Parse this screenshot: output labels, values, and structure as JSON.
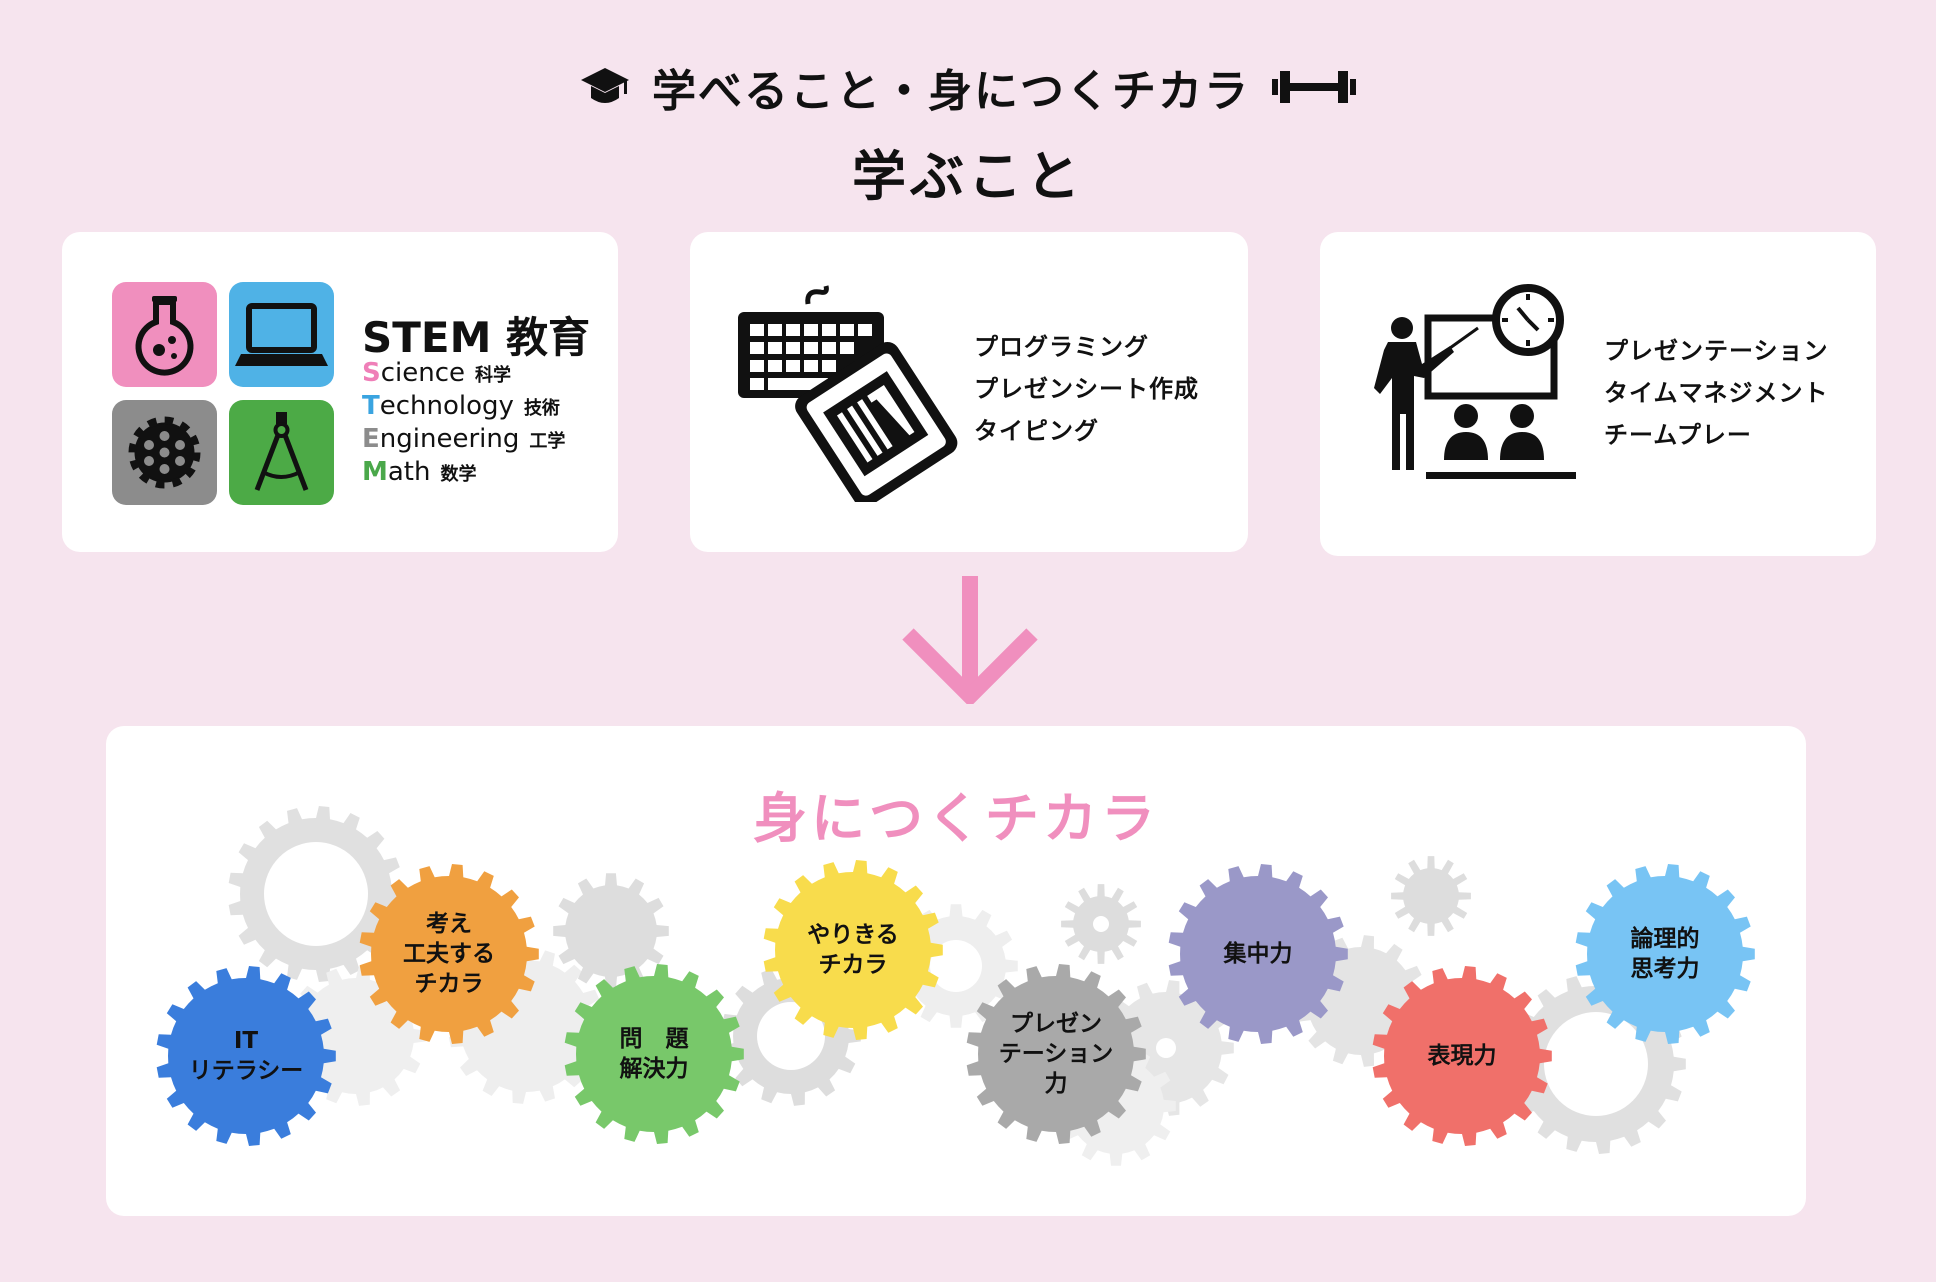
{
  "header": {
    "title": "学べること・身につくチカラ",
    "left_icon": "graduation-cap-icon",
    "right_icon": "dumbbell-icon"
  },
  "learn": {
    "title": "学ぶこと",
    "stem": {
      "title": "STEM 教育",
      "rows": [
        {
          "first": "S",
          "rest": "cience",
          "jp": "科学",
          "color": "#ef7fb8"
        },
        {
          "first": "T",
          "rest": "echnology",
          "jp": "技術",
          "color": "#3aa4e0"
        },
        {
          "first": "E",
          "rest": "ngineering",
          "jp": "工学",
          "color": "#8c8c8c"
        },
        {
          "first": "M",
          "rest": "ath",
          "jp": "数学",
          "color": "#4aa84a"
        }
      ],
      "tile_icons": [
        "flask-icon",
        "laptop-icon",
        "gear-icon",
        "compass-icon"
      ],
      "tile_colors": [
        "#f08fbe",
        "#4fb2e6",
        "#8c8c8c",
        "#4caa46"
      ]
    },
    "programming": {
      "icon": "keyboard-document-icon",
      "items": [
        "プログラミング",
        "プレゼンシート作成",
        "タイピング"
      ]
    },
    "presentation": {
      "icon": "presenter-icon",
      "items": [
        "プレゼンテーション",
        "タイムマネジメント",
        "チームプレー"
      ]
    }
  },
  "arrow_color": "#f08fbe",
  "skills": {
    "title": "身につくチカラ",
    "title_color": "#f08fbe",
    "gears": [
      {
        "id": "it",
        "lines": [
          "IT",
          "リテラシー"
        ],
        "color": "#3a7ddc"
      },
      {
        "id": "think",
        "lines": [
          "考え",
          "工夫する",
          "チカラ"
        ],
        "color": "#f0a040"
      },
      {
        "id": "problem",
        "lines": [
          "問　題",
          "解決力"
        ],
        "color": "#78c86a"
      },
      {
        "id": "complete",
        "lines": [
          "やりきる",
          "チカラ"
        ],
        "color": "#f8dc4c"
      },
      {
        "id": "present",
        "lines": [
          "プレゼン",
          "テーション",
          "力"
        ],
        "color": "#a9a9a9"
      },
      {
        "id": "focus",
        "lines": [
          "集中力"
        ],
        "color": "#9a98c8"
      },
      {
        "id": "express",
        "lines": [
          "表現力"
        ],
        "color": "#f0706a"
      },
      {
        "id": "logic",
        "lines": [
          "論理的",
          "思考力"
        ],
        "color": "#78c4f4"
      }
    ]
  }
}
